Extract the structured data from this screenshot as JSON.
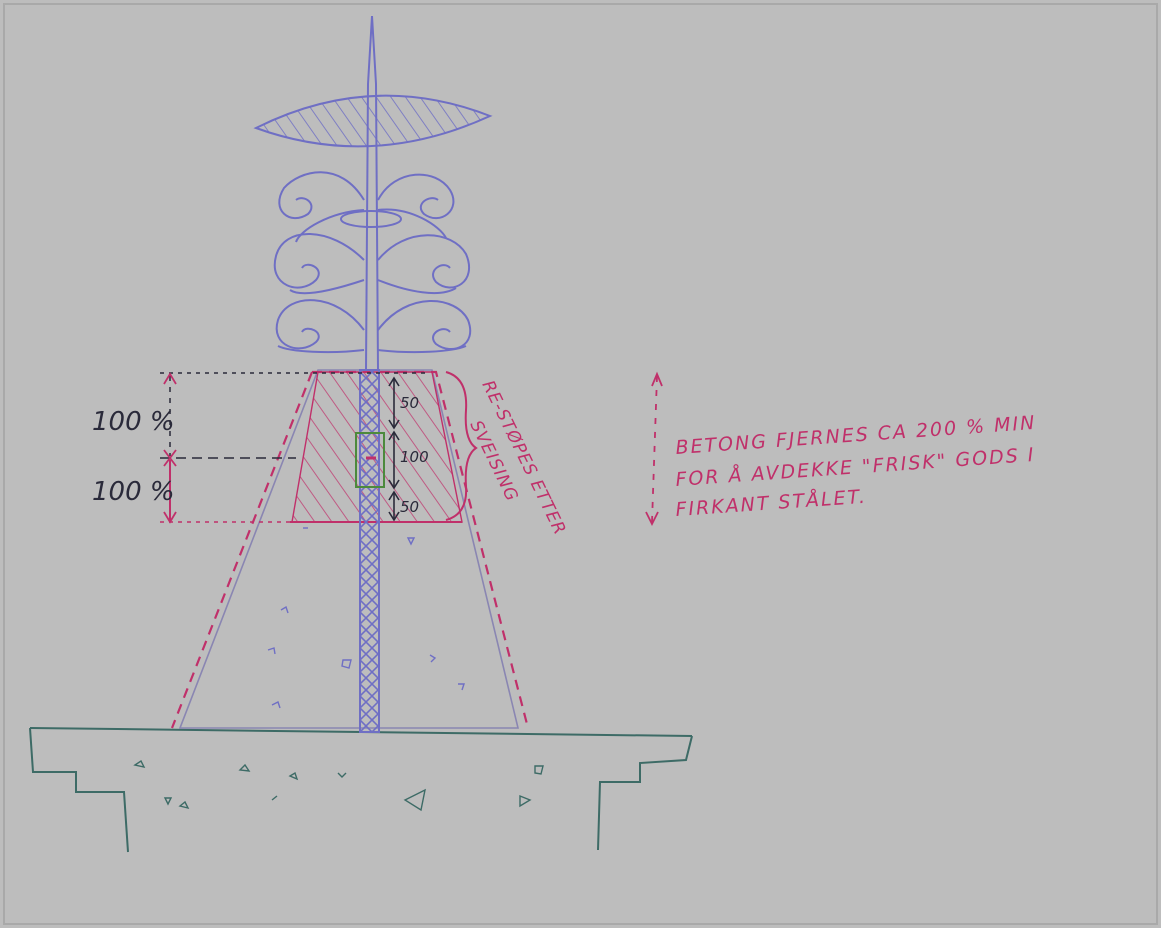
{
  "drawing": {
    "colors": {
      "paper": "#bdbdbd",
      "ink_blue": "#6f6fc4",
      "ink_pink": "#c0306a",
      "ink_teal": "#3d6b66",
      "ink_green": "#4c8a3c",
      "ink_black": "#2a2a3a"
    },
    "labels": {
      "dim_upper": "100 %",
      "dim_lower": "100 %",
      "seg_top": "50",
      "seg_mid": "100",
      "seg_bottom": "50",
      "side_note_line1": "RE-STØPES ETTER",
      "side_note_line2": "SVEISING"
    },
    "note": {
      "line1": "BETONG FJERNES CA 200 % MIN",
      "line2": "FOR Å AVDEKKE \"FRISK\" GODS I",
      "line3": "FIRKANT STÅLET."
    }
  }
}
